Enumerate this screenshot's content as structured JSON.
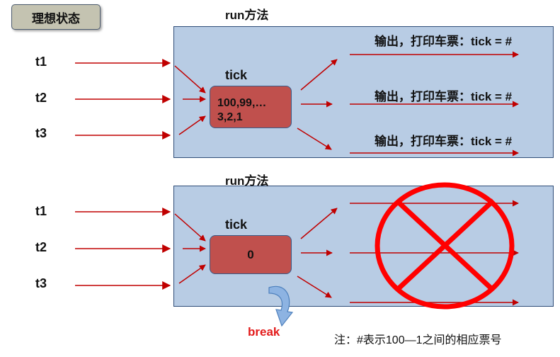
{
  "title": "理想状态",
  "top_section": {
    "method_label": "run方法",
    "threads": [
      "t1",
      "t2",
      "t3"
    ],
    "tick_label": "tick",
    "tick_value_line1": "100,99,…",
    "tick_value_line2": "3,2,1",
    "outputs": [
      "输出，打印车票：tick = #",
      "输出，打印车票：tick = #",
      "输出，打印车票：tick = #"
    ]
  },
  "bottom_section": {
    "method_label": "run方法",
    "threads": [
      "t1",
      "t2",
      "t3"
    ],
    "tick_label": "tick",
    "tick_value": "0",
    "break_label": "break"
  },
  "footnote": "注：#表示100—1之间的相应票号",
  "colors": {
    "panel": "#b8cce4",
    "arrow": "#c00000",
    "tick_box": "#c0504d",
    "cross": "#ff0000",
    "break_text": "#e31b1b"
  }
}
